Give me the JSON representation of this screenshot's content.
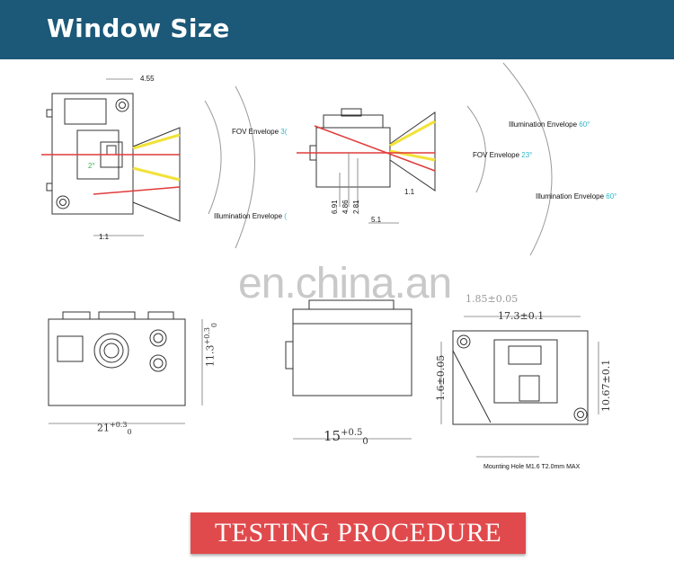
{
  "header": {
    "title": "Window Size"
  },
  "diagram": {
    "left_view": {
      "dim_top": "4.55",
      "dim_bottom": "1.1",
      "angle_small": "2°",
      "fov_label": "FOV Envelope",
      "fov_value": "3(",
      "illum_label": "Illumination Envelope",
      "illum_value": "("
    },
    "right_view": {
      "illum_top_label": "Illumination Envelope",
      "illum_top_value": "60°",
      "fov_label": "FOV Envelope",
      "fov_value": "23°",
      "illum_bottom_label": "Illumination Envelope",
      "illum_bottom_value": "60°",
      "dim_a": "6.91",
      "dim_b": "4.86",
      "dim_c": "2.81",
      "dim_d": "1.1",
      "dim_e": "5.1"
    },
    "front_view": {
      "width": "21",
      "width_tol_top": "+0.3",
      "width_tol_bottom": "0",
      "height": "11.3",
      "height_tol_top": "+0.3",
      "height_tol_bottom": "0"
    },
    "side_view": {
      "width": "15",
      "width_tol_top": "+0.5",
      "width_tol_bottom": "0"
    },
    "back_view": {
      "dim_top": "1.85±0.05",
      "dim_width": "17.3±0.1",
      "dim_left": "1.6±0.05",
      "dim_right": "10.67±0.1",
      "note": "Mounting Hole M1.6  T2.0mm MAX"
    }
  },
  "watermark": "en.china.an",
  "banner": {
    "text": "TESTING PROCEDURE"
  },
  "colors": {
    "header_bg": "#1c5878",
    "banner_bg": "#e14a4c",
    "accent_cyan": "#2cb7c9",
    "accent_green": "#31b54b",
    "beam_yellow": "#f2e23a",
    "beam_red": "#e03b3b"
  }
}
